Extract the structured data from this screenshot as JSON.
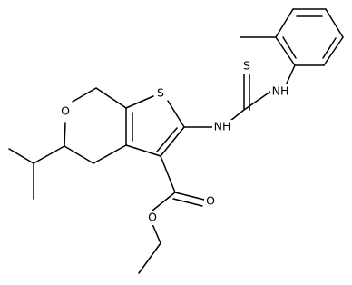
{
  "molecule": {
    "atoms": {
      "S_ring": "S",
      "S_thio": "S",
      "O_pyran": "O",
      "O_carbonyl": "O",
      "O_ester": "O",
      "NH_left": "NH",
      "NH_right": "NH"
    }
  }
}
